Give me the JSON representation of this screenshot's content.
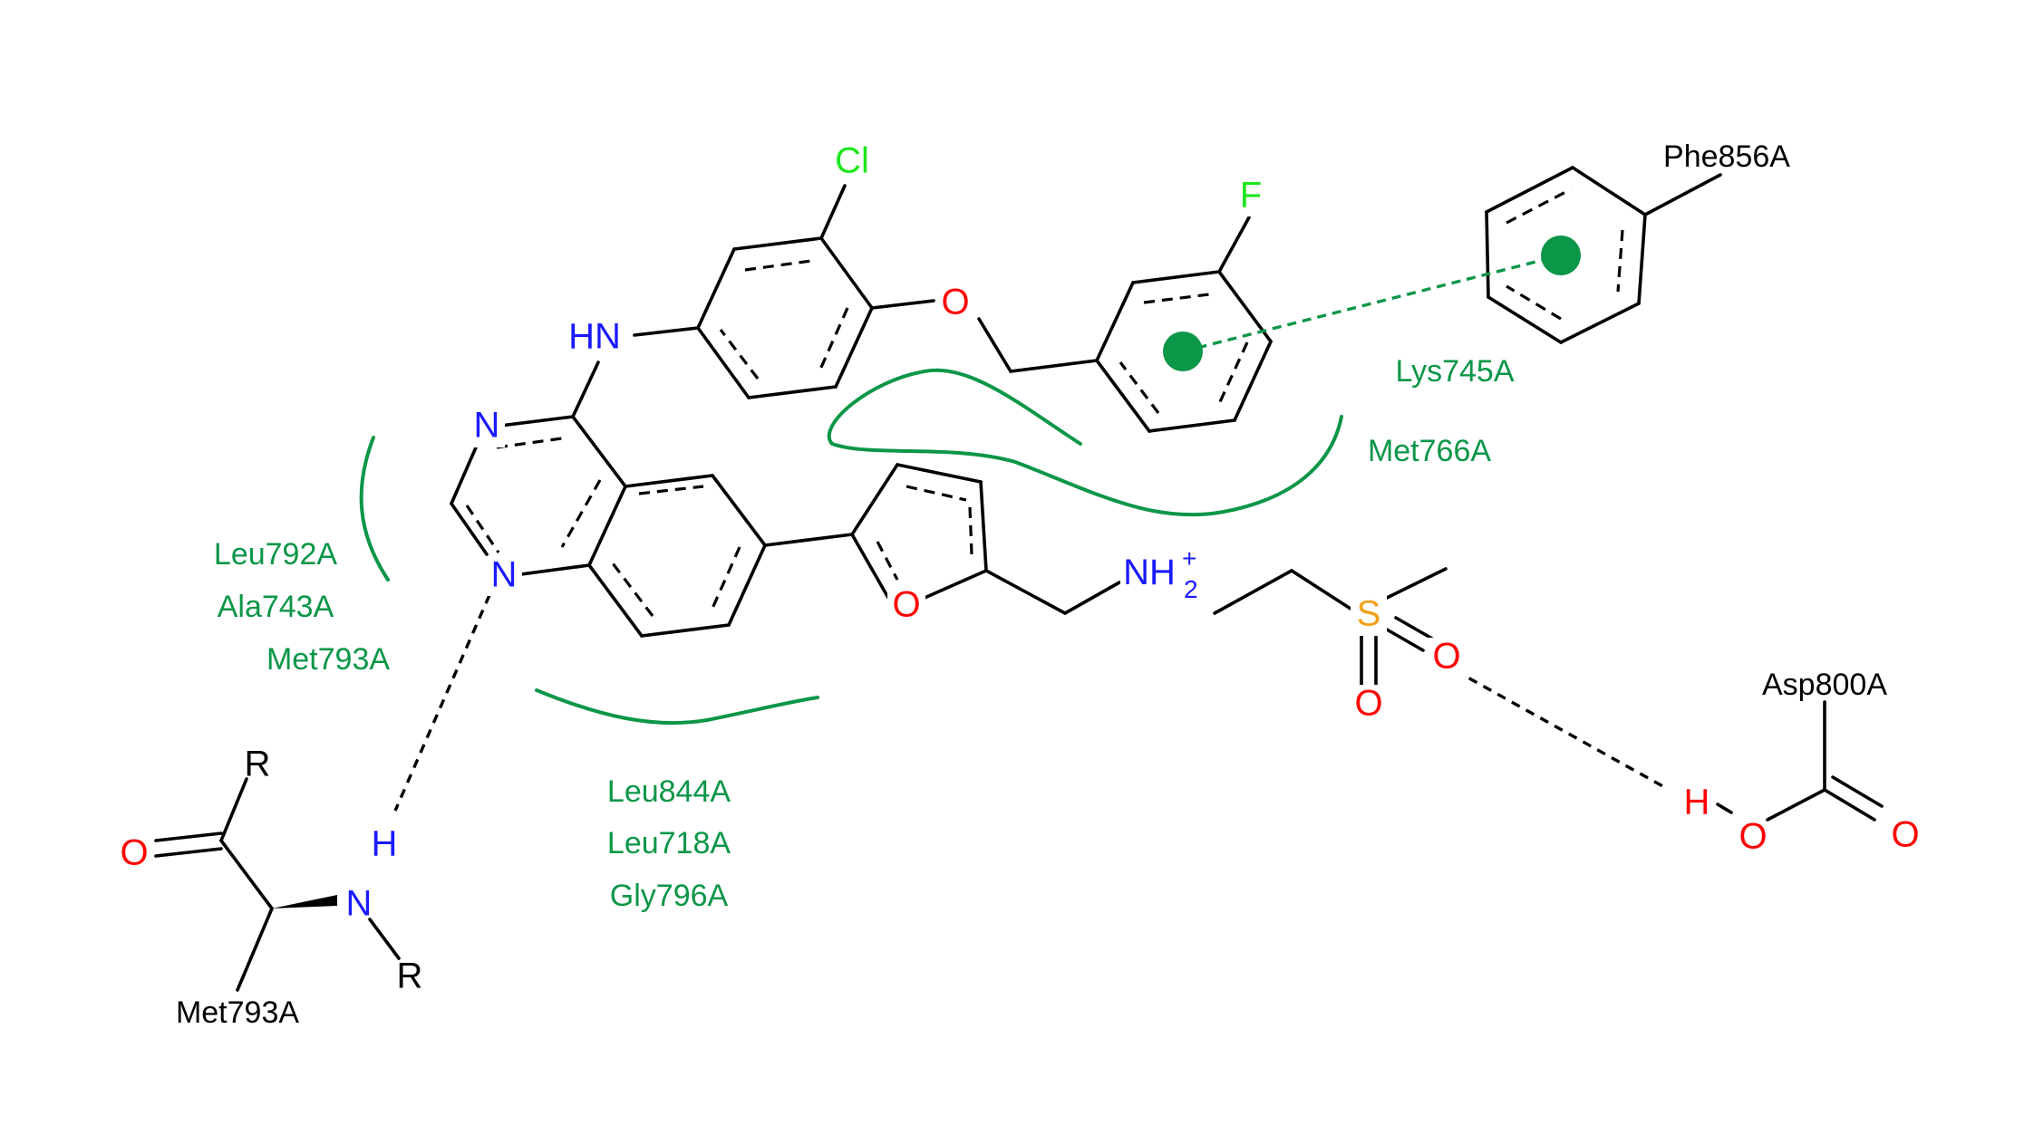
{
  "colors": {
    "carbon": "#000000",
    "nitrogen": "#1a1aff",
    "oxygen": "#ff0000",
    "chlorine": "#1ee61e",
    "fluorine": "#1ee61e",
    "sulfur": "#f2a01a",
    "interaction_green": "#0c9648"
  },
  "atoms": {
    "cl": "Cl",
    "f": "F",
    "o_ether": "O",
    "hn": "HN",
    "n_q1": "N",
    "n_q2": "N",
    "o_furan": "O",
    "nh2_main": "NH",
    "nh2_sub": "2",
    "nh2_charge": "+",
    "s": "S",
    "o_s1": "O",
    "o_s2": "O",
    "met_o": "O",
    "met_r1": "R",
    "met_r2": "R",
    "met_n": "N",
    "met_h": "H",
    "asp_h": "H",
    "asp_o1": "O",
    "asp_o2": "O"
  },
  "residues": {
    "phe856": "Phe856A",
    "lys745": "Lys745A",
    "met766": "Met766A",
    "leu792": "Leu792A",
    "ala743": "Ala743A",
    "met793_h": "Met793A",
    "leu844": "Leu844A",
    "leu718": "Leu718A",
    "gly796": "Gly796A",
    "met793_backbone": "Met793A",
    "asp800": "Asp800A"
  }
}
